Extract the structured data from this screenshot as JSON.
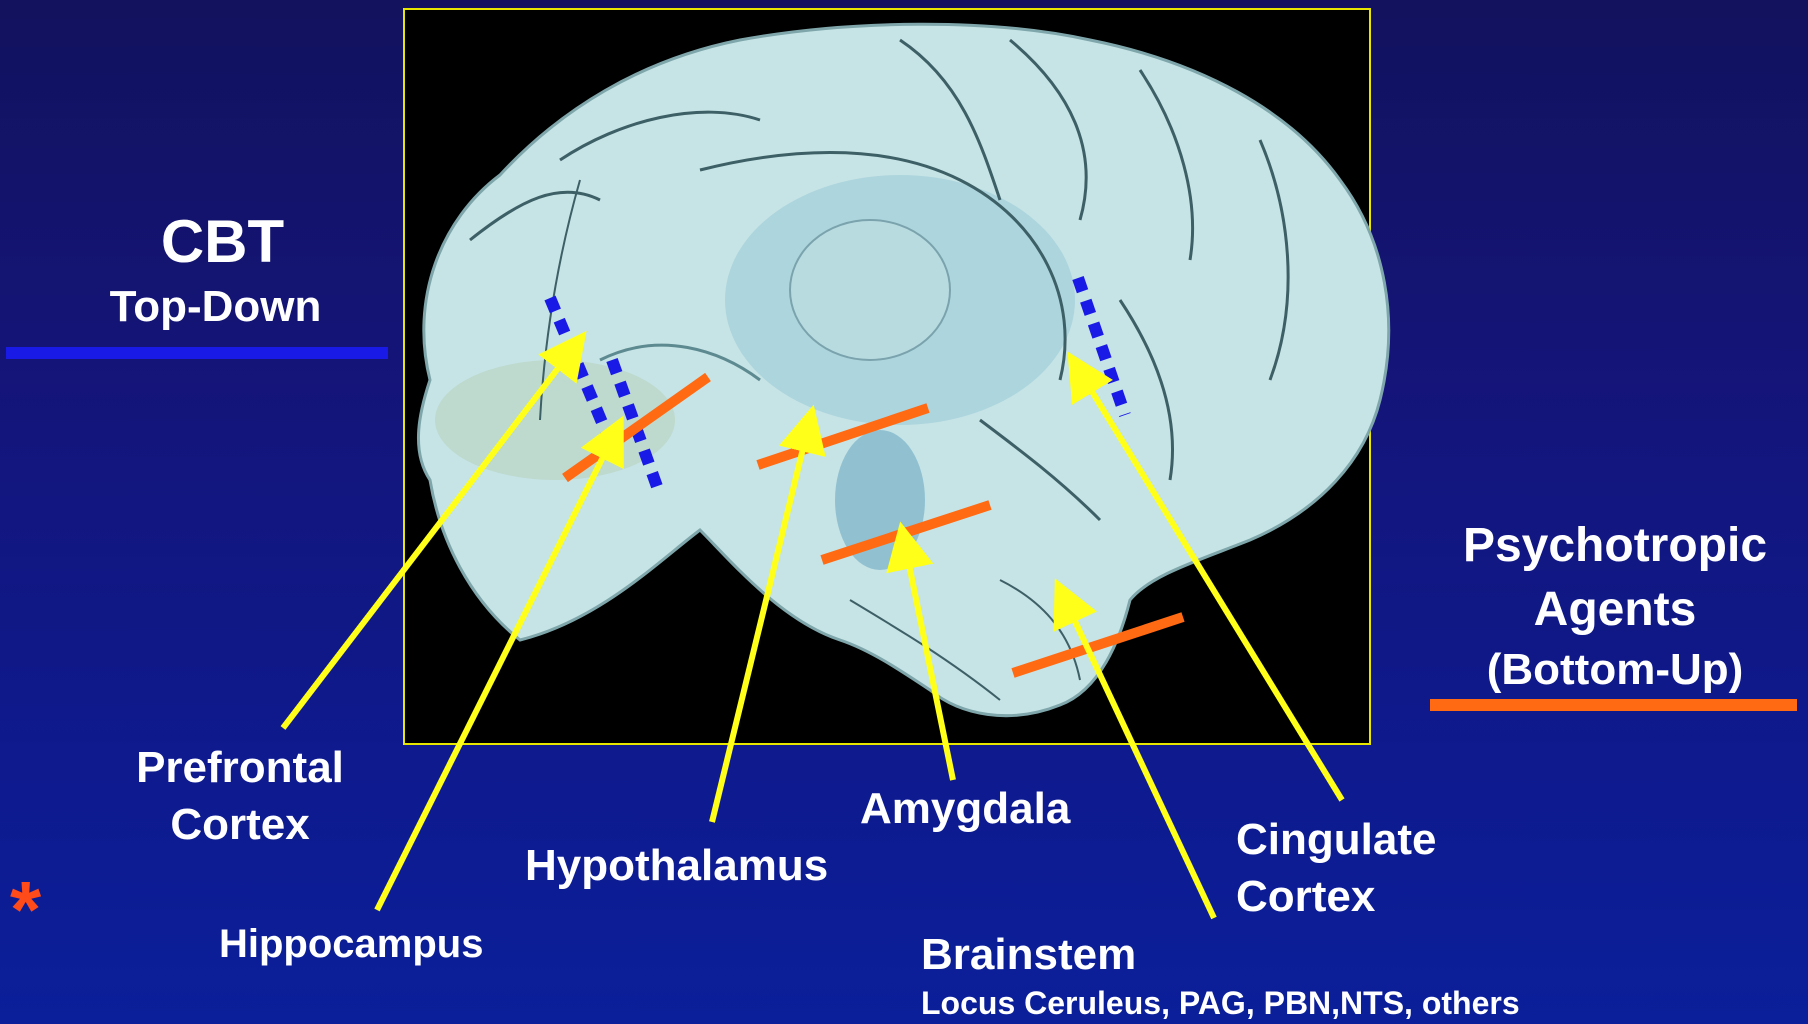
{
  "left_panel": {
    "title": "CBT",
    "subtitle": "Top-Down"
  },
  "right_panel": {
    "line1": "Psychotropic",
    "line2": "Agents",
    "line3": "(Bottom-Up)"
  },
  "labels": {
    "prefrontal_line1": "Prefrontal",
    "prefrontal_line2": "Cortex",
    "hippocampus": "Hippocampus",
    "hypothalamus": "Hypothalamus",
    "amygdala": "Amygdala",
    "cingulate_line1": "Cingulate",
    "cingulate_line2": "Cortex",
    "brainstem": "Brainstem",
    "brainstem_detail": "Locus Ceruleus, PAG, PBN,NTS, others"
  },
  "marker": "*",
  "colors": {
    "top_down_line": "#1a1ae6",
    "bottom_up_line": "#ff6a13",
    "pointer": "#ffff1a",
    "frame": "#e6e600",
    "brain": "#c6e4e6",
    "asterisk": "#ff4a1a"
  }
}
